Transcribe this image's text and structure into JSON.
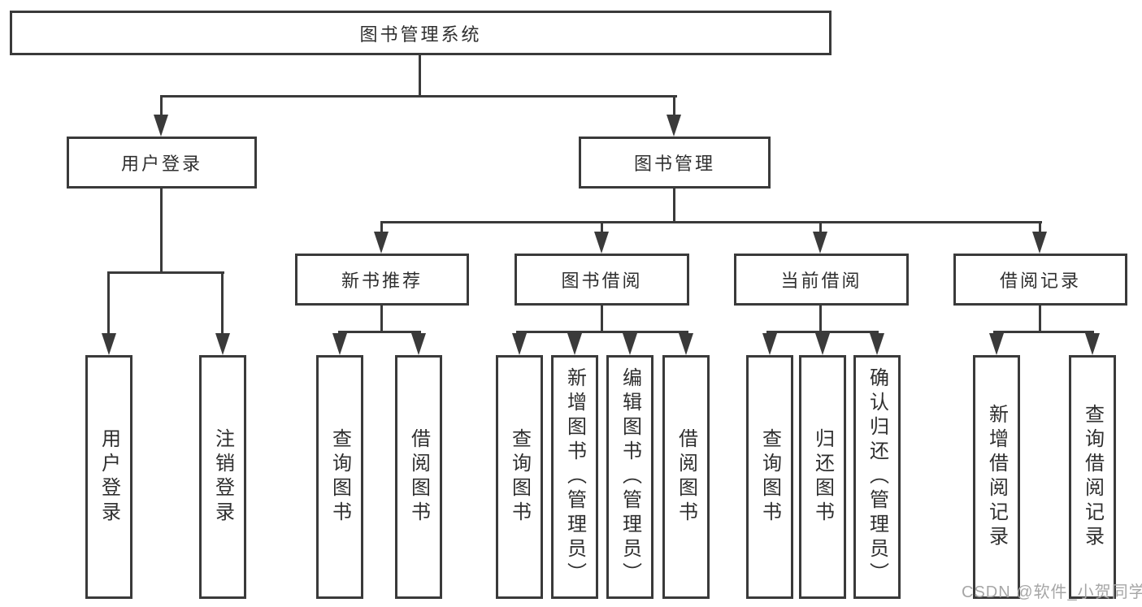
{
  "nodes": {
    "root": "图书管理系统",
    "level2": {
      "user_login_branch": "用户登录",
      "book_mgmt_branch": "图书管理"
    },
    "level3": {
      "new_book_rec": "新书推荐",
      "book_borrow": "图书借阅",
      "current_borrow": "当前借阅",
      "borrow_records": "借阅记录"
    },
    "leaves": {
      "user_login": "用户登录",
      "logout": "注销登录",
      "rec_query_books": "查询图书",
      "rec_borrow_books": "借阅图书",
      "bor_query_books": "查询图书",
      "bor_add_books": "新增图书（管理员）",
      "bor_edit_books": "编辑图书（管理员）",
      "bor_borrow_books": "借阅图书",
      "cur_query_books": "查询图书",
      "cur_return_books": "归还图书",
      "cur_confirm_return": "确认归还（管理员）",
      "recs_add_record": "新增借阅记录",
      "recs_query_record": "查询借阅记录"
    }
  },
  "watermark": "CSDN @软件_小贺同学",
  "colors": {
    "line": "#3a3a3a",
    "text": "#2f2f2f",
    "watermark": "#a6a6a6",
    "background": "#ffffff"
  }
}
